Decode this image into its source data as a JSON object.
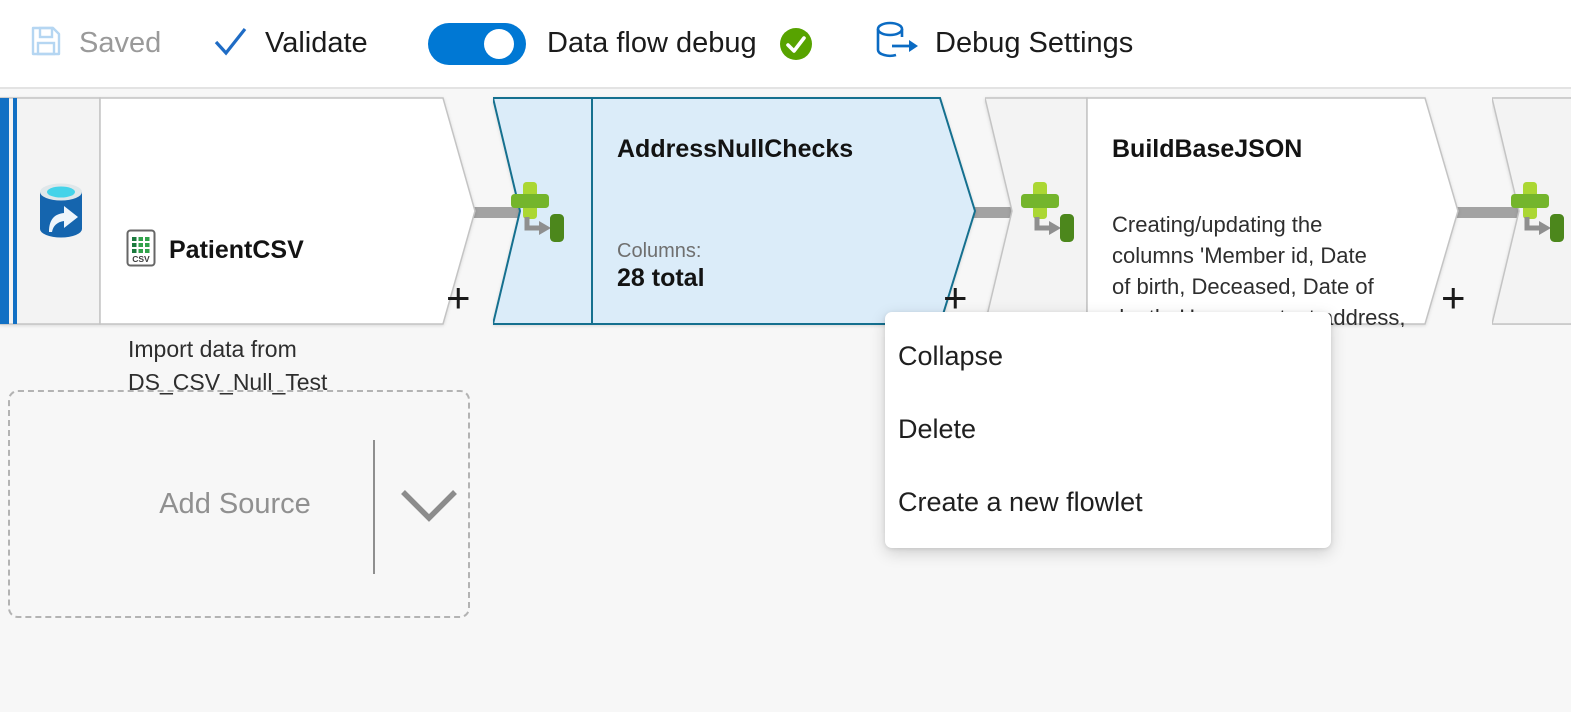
{
  "toolbar": {
    "saved_label": "Saved",
    "validate_label": "Validate",
    "data_flow_debug_label": "Data flow debug",
    "debug_toggle_on": true,
    "debug_settings_label": "Debug Settings"
  },
  "canvas": {
    "source_node": {
      "title": "PatientCSV",
      "description_lines": [
        "Import data from",
        "DS_CSV_Null_Test"
      ],
      "add_label": "+"
    },
    "selected_node": {
      "title": "AddressNullChecks",
      "columns_label": "Columns:",
      "columns_value": "28 total",
      "add_label": "+"
    },
    "derived_node": {
      "title": "BuildBaseJSON",
      "description_lines": [
        "Creating/updating the",
        "columns 'Member id, Date",
        "of birth, Deceased, Date of",
        "death, Home contact address,"
      ],
      "add_label": "+"
    },
    "add_source_label": "Add Source"
  },
  "context_menu": {
    "items": [
      "Collapse",
      "Delete",
      "Create a new flowlet"
    ]
  },
  "icons": {
    "save": "floppy-disk",
    "validate": "checkmark",
    "debug_ready": "green-check-circle",
    "debug_settings": "database-export",
    "source_dataset": "azure-dataset-cylinder",
    "csv_file": "csv-document",
    "derived_column": "green-plus-transform",
    "add_source_dropdown": "chevron-down"
  },
  "colors": {
    "accent_blue": "#0078d4",
    "selected_fill": "#dbecf9",
    "selected_border": "#15708f",
    "node_border": "#c4c4c4",
    "debug_ready_green": "#57a300",
    "transform_light_green": "#abd733",
    "transform_mid_green": "#74b52c",
    "transform_dark_green": "#4c871c",
    "connector_gray": "#a3a3a3",
    "source_stripe_blue": "#1270c4"
  }
}
